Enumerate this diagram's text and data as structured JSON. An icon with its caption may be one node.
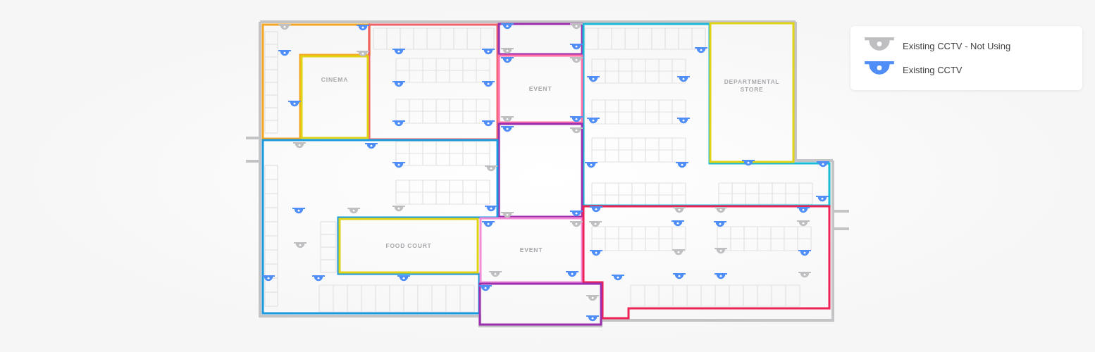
{
  "diagram": {
    "nodes": [
      {
        "text": [],
        "shape": "box"
      },
      {
        "text": [],
        "shape": "box"
      },
      {
        "text": [],
        "shape": "box"
      },
      {
        "text": [],
        "shape": "box"
      },
      {
        "text": [
          "DEPARTMENTAL STORE"
        ]
      },
      {
        "text": [
          "CINEMA"
        ]
      },
      {
        "text": [
          "EVENT"
        ]
      },
      {
        "text": [],
        "shape": "box"
      },
      {
        "text": [],
        "shape": "box"
      },
      {
        "text": [
          "FOOD COURT"
        ]
      },
      {
        "text": [
          "EVENT"
        ]
      },
      {
        "text": [],
        "shape": "box"
      },
      {
        "text": [],
        "shape": "box"
      }
    ],
    "edges": [],
    "legend": [
      {
        "text": "Existing CCTV - Not Using"
      },
      {
        "text": "Existing CCTV"
      }
    ]
  }
}
